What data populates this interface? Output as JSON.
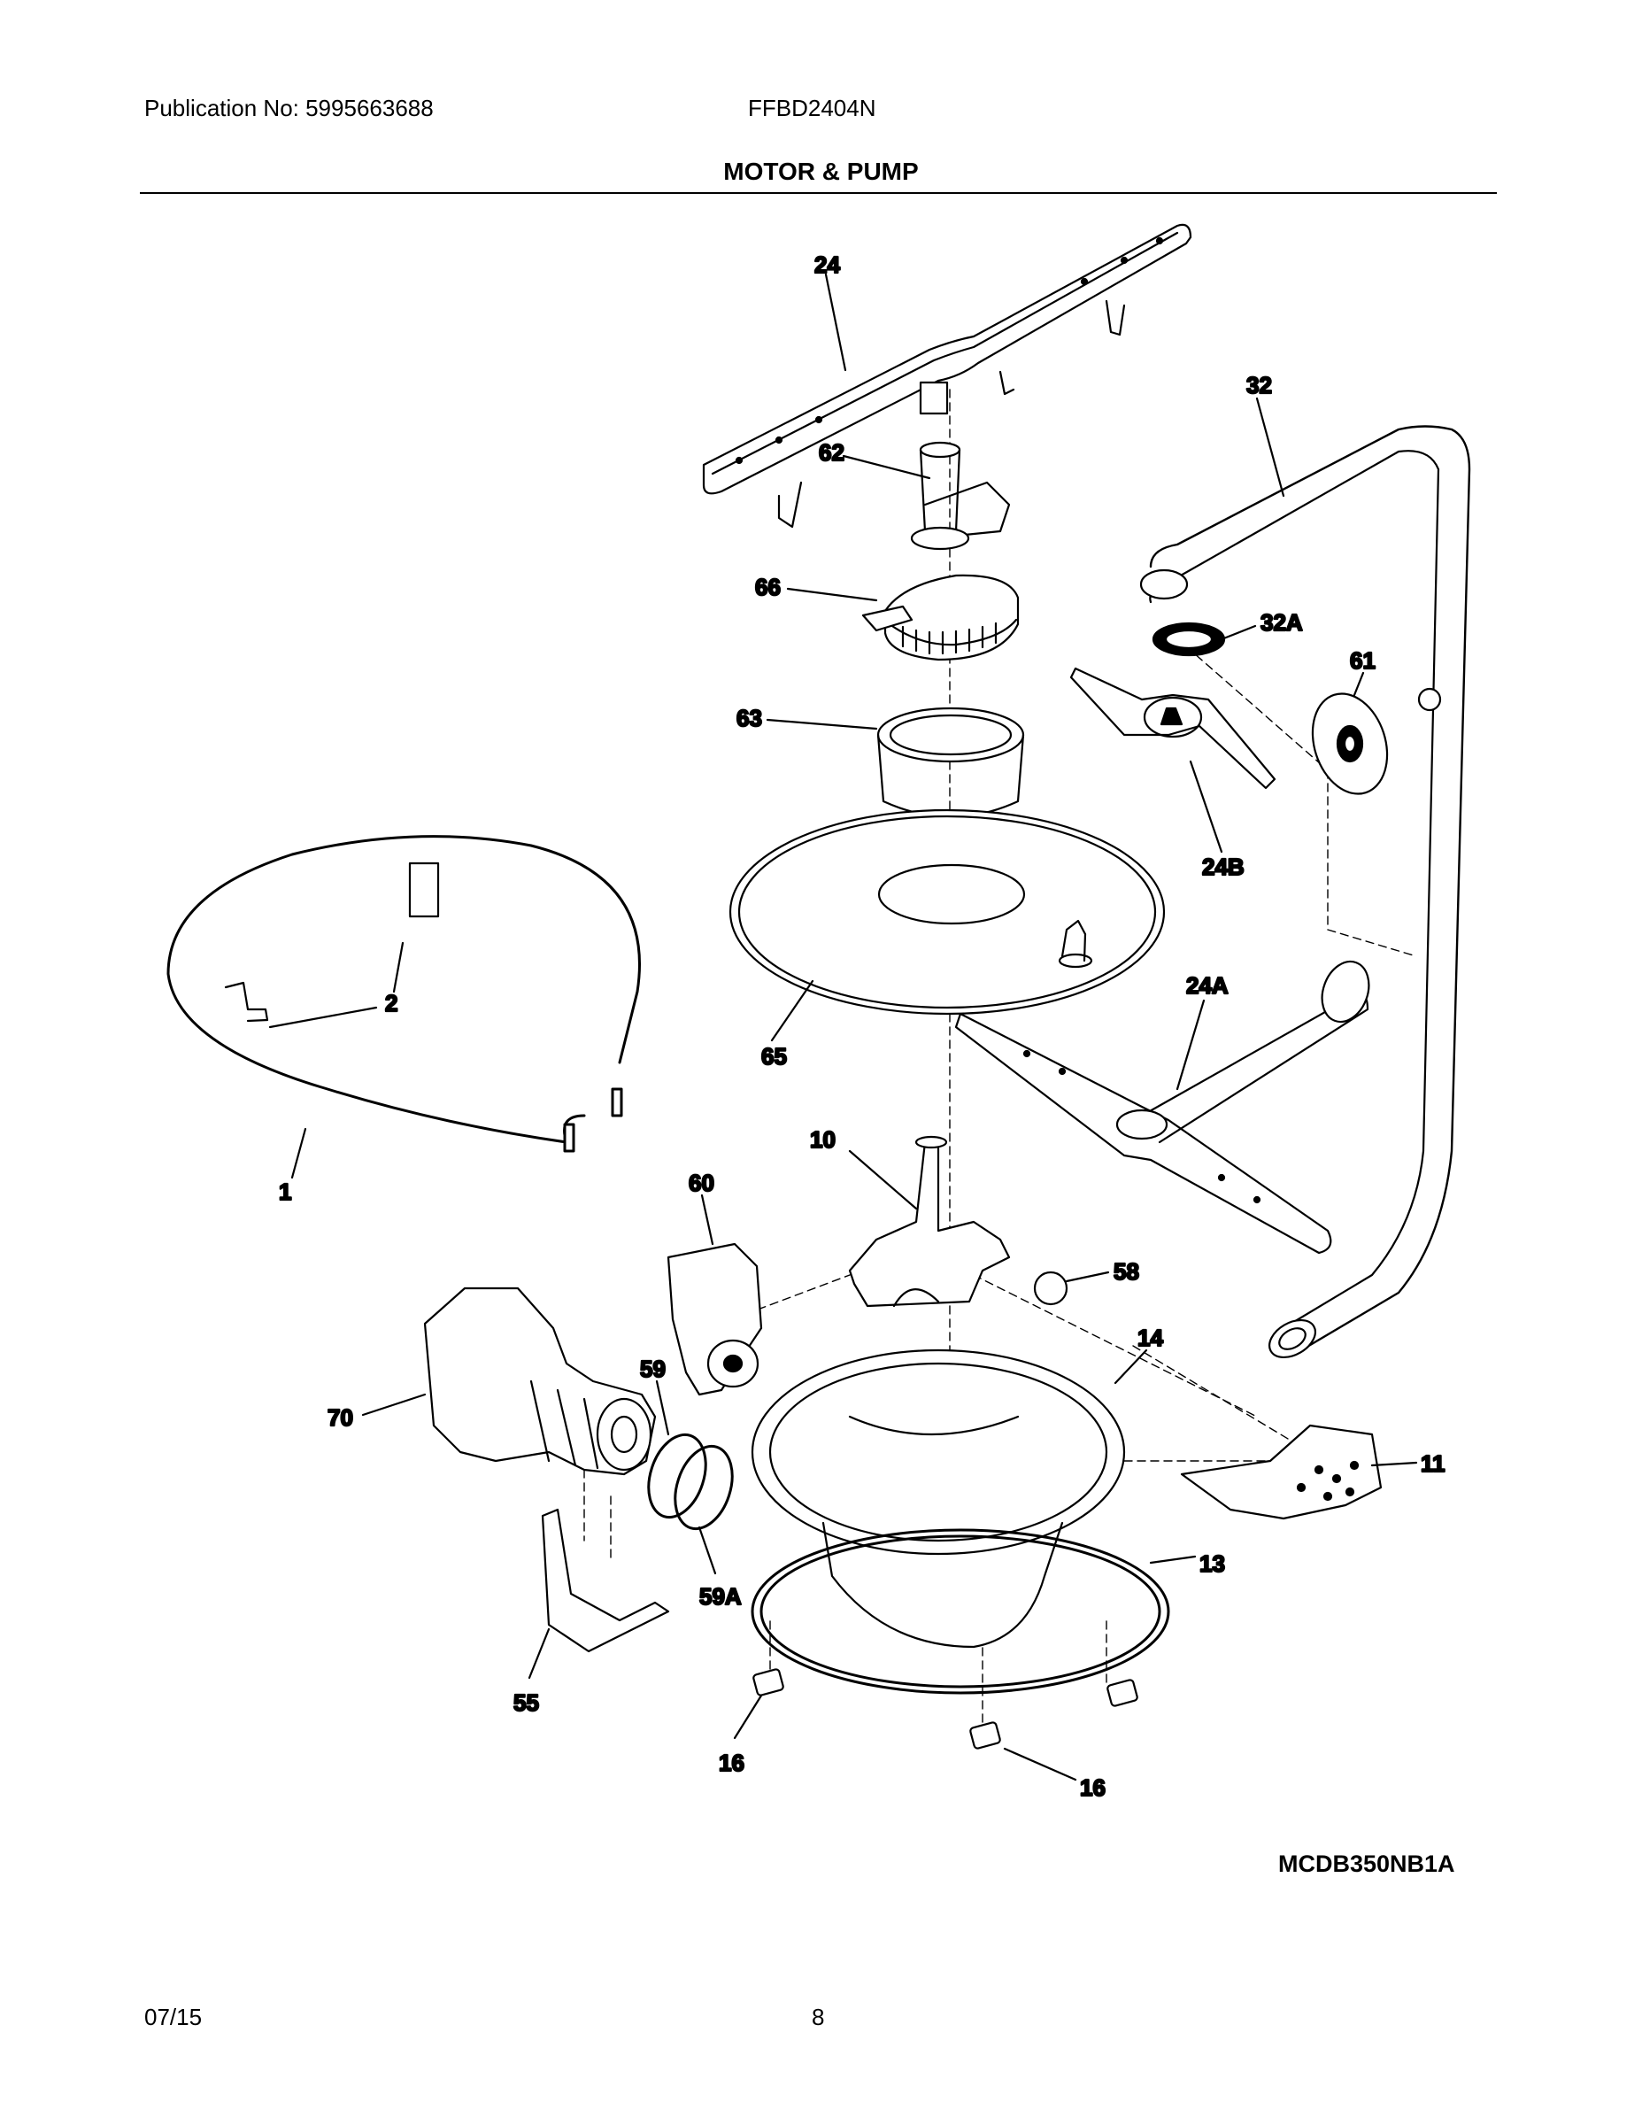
{
  "header": {
    "publication": "Publication No: 5995663688",
    "model": "FFBD2404N",
    "title": "MOTOR & PUMP"
  },
  "callouts": {
    "c24": "24",
    "c32": "32",
    "c62": "62",
    "c66": "66",
    "c32A": "32A",
    "c61": "61",
    "c63": "63",
    "c24B": "24B",
    "c2": "2",
    "c65": "65",
    "c24A": "24A",
    "c1": "1",
    "c10": "10",
    "c60": "60",
    "c58": "58",
    "c14": "14",
    "c59": "59",
    "c70": "70",
    "c11": "11",
    "c13": "13",
    "c59A": "59A",
    "c55": "55",
    "c16a": "16",
    "c16b": "16"
  },
  "diagram_code": "MCDB350NB1A",
  "footer": {
    "date": "07/15",
    "page": "8"
  }
}
